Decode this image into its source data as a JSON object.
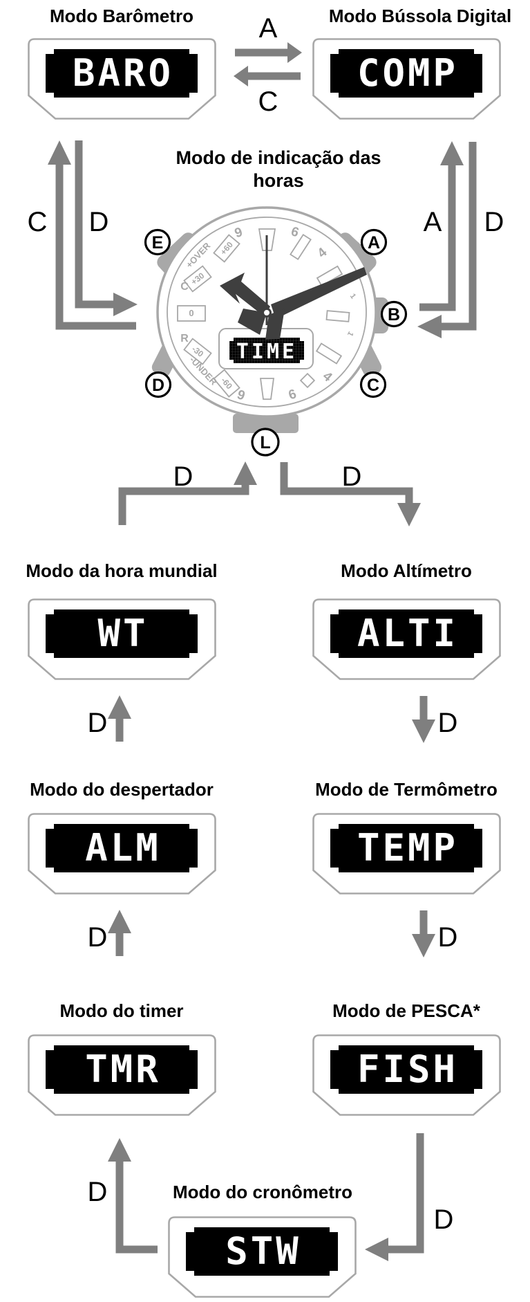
{
  "colors": {
    "arrow": "#7f7f7f",
    "outline_gray": "#a8a8a8",
    "lcd_background": "#000000",
    "lcd_text": "#ffffff",
    "label_text": "#000000",
    "hands_dark": "#3f3f3f"
  },
  "modes": {
    "baro": {
      "label": "Modo Barômetro",
      "display": "BARO"
    },
    "comp": {
      "label": "Modo Bússola Digital",
      "display": "COMP"
    },
    "time": {
      "label_line1": "Modo de indicação das",
      "label_line2": "horas",
      "display": "TIME"
    },
    "wt": {
      "label": "Modo da hora mundial",
      "display": "WT"
    },
    "alti": {
      "label": "Modo Altímetro",
      "display": "ALTI"
    },
    "alm": {
      "label": "Modo do despertador",
      "display": "ALM"
    },
    "temp": {
      "label": "Modo de Termômetro",
      "display": "TEMP"
    },
    "tmr": {
      "label": "Modo do timer",
      "display": "TMR"
    },
    "fish": {
      "label": "Modo de PESCA*",
      "display": "FISH"
    },
    "stw": {
      "label": "Modo do cronômetro",
      "display": "STW"
    }
  },
  "arrow_labels": {
    "top_a": "A",
    "top_c": "C",
    "left_c": "C",
    "left_d": "D",
    "right_a": "A",
    "right_d": "D",
    "below_left_d": "D",
    "below_right_d": "D",
    "mid1_left_d": "D",
    "mid1_right_d": "D",
    "mid2_left_d": "D",
    "mid2_right_d": "D",
    "bottom_left_d": "D",
    "bottom_right_d": "D"
  },
  "watch": {
    "buttons": {
      "a": "A",
      "b": "B",
      "c": "C",
      "d": "D",
      "e": "E",
      "l": "L"
    },
    "dial": {
      "plus_over": "+OVER",
      "plus_60": "+60",
      "plus_30": "+30",
      "c_mark": "C",
      "zero": "0",
      "r_mark": "R",
      "minus_30": "-30",
      "minus_60": "-60",
      "minus_under": "-UNDER",
      "num_9_top": "9",
      "num_6_top": "6",
      "num_4_top": "4",
      "num_1_a": "1",
      "num_1_b": "1",
      "num_9_bottom": "9",
      "num_6_bottom": "6",
      "num_4_bottom": "4"
    },
    "lcd": "TIME"
  }
}
